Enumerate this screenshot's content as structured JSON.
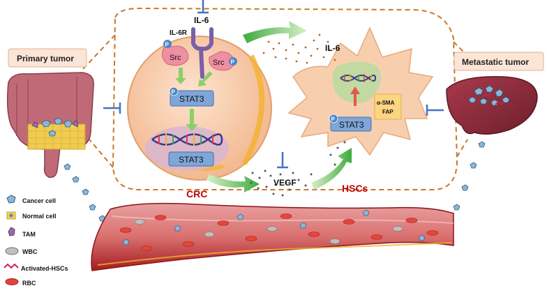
{
  "labels": {
    "primary_tumor": "Primary tumor",
    "metastatic_tumor": "Metastatic tumor",
    "il6_top": "IL-6",
    "il6r": "IL-6R",
    "src_left": "Src",
    "src_right": "Src",
    "p": "P",
    "stat3_upper": "STAT3",
    "stat3_lower": "STAT3",
    "stat3_hsc": "STAT3",
    "il6_right": "IL-6",
    "alpha_sma": "α-SMA",
    "fap": "FAP",
    "vegf": "VEGF",
    "crc": "CRC",
    "hscs": "HSCs"
  },
  "legend": [
    {
      "label": "Cancer cell",
      "icon": "cancer-cell-icon"
    },
    {
      "label": "Normal cell",
      "icon": "normal-cell-icon"
    },
    {
      "label": "TAM",
      "icon": "tam-icon"
    },
    {
      "label": "WBC",
      "icon": "wbc-icon"
    },
    {
      "label": "Activated-HSCs",
      "icon": "activated-hsc-icon"
    },
    {
      "label": "RBC",
      "icon": "rbc-icon"
    }
  ],
  "colors": {
    "dashed_border": "#c8772a",
    "cell_fill": "#f6c9a6",
    "stat3_box": "#7fa6d8",
    "src_fill": "#ee8fa2",
    "inhibit": "#4472c4",
    "arrow_green": "#5cb85c",
    "crc_text": "#c00000",
    "vessel": "#c0262b"
  }
}
